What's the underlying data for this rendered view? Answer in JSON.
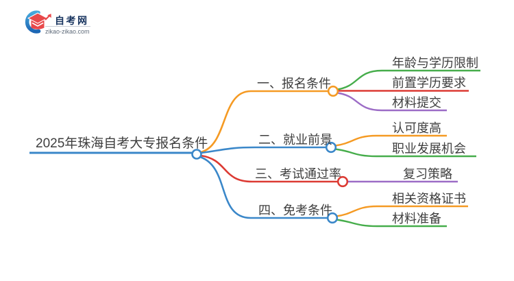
{
  "logo": {
    "title": "自考网",
    "domain": "zikao-zikao.com",
    "icon": "graduation-cap-icon"
  },
  "mindmap": {
    "root": {
      "label": "2025年珠海自考大专报名条件",
      "color": "#3a87c9"
    },
    "branches": [
      {
        "label": "一、报名条件",
        "color": "#f59a23",
        "children": [
          {
            "label": "年龄与学历限制",
            "color": "#46ad4b"
          },
          {
            "label": "前置学历要求",
            "color": "#dc3a33"
          },
          {
            "label": "材料提交",
            "color": "#9c6cc6"
          }
        ]
      },
      {
        "label": "二、就业前景",
        "color": "#3a87c9",
        "children": [
          {
            "label": "认可度高",
            "color": "#f59a23"
          },
          {
            "label": "职业发展机会",
            "color": "#46ad4b"
          }
        ]
      },
      {
        "label": "三、考试通过率",
        "color": "#dc3a33",
        "children": [
          {
            "label": "复习策略",
            "color": "#9c6cc6"
          }
        ]
      },
      {
        "label": "四、免考条件",
        "color": "#3a87c9",
        "children": [
          {
            "label": "相关资格证书",
            "color": "#f59a23"
          },
          {
            "label": "材料准备",
            "color": "#46ad4b"
          }
        ]
      }
    ]
  },
  "colors": {
    "blue": "#3a87c9",
    "orange": "#f59a23",
    "red": "#dc3a33",
    "green": "#46ad4b",
    "purple": "#9c6cc6",
    "text": "#3e3e3e",
    "logo_navy": "#17335e",
    "logo_red": "#e8494b",
    "background": "#ffffff"
  }
}
